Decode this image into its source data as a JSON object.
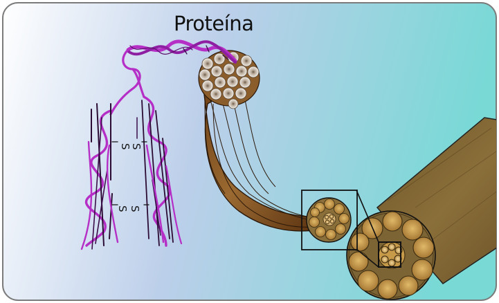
{
  "title": "Proteína",
  "bond_labels": [
    {
      "left": "S",
      "right": "S"
    },
    {
      "left": "S",
      "right": "S"
    }
  ],
  "colors": {
    "background_left": "#ffffff",
    "background_mid": "#b9cfe8",
    "background_right": "#7fdad6",
    "protein": "#b52fc6",
    "fiber_dark": "#5a3210",
    "fiber_light": "#a5773b",
    "cable": "#7c6231",
    "fibril_fill": "#c79a4a",
    "outline": "#111111"
  }
}
